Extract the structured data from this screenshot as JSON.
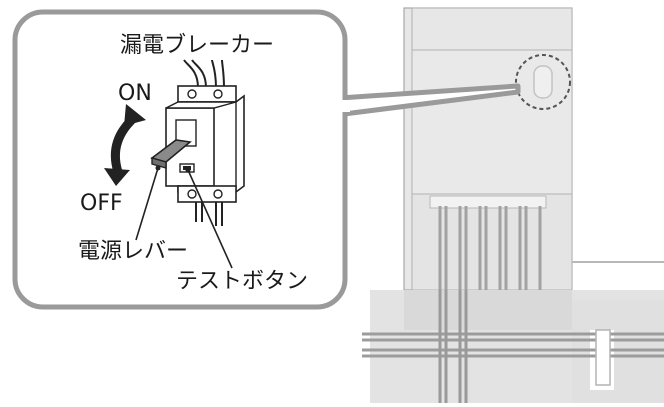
{
  "labels": {
    "title": "漏電ブレーカー",
    "on": "ON",
    "off": "OFF",
    "lever": "電源レバー",
    "test_button": "テストボタン"
  },
  "colors": {
    "panel_fill": "#e5e5e5",
    "panel_stroke": "#9a9a9a",
    "callout_stroke": "#9a9a9a",
    "breaker_fill": "#ffffff",
    "lever_fill": "#8a8a8a",
    "arrow_fill": "#222222"
  }
}
